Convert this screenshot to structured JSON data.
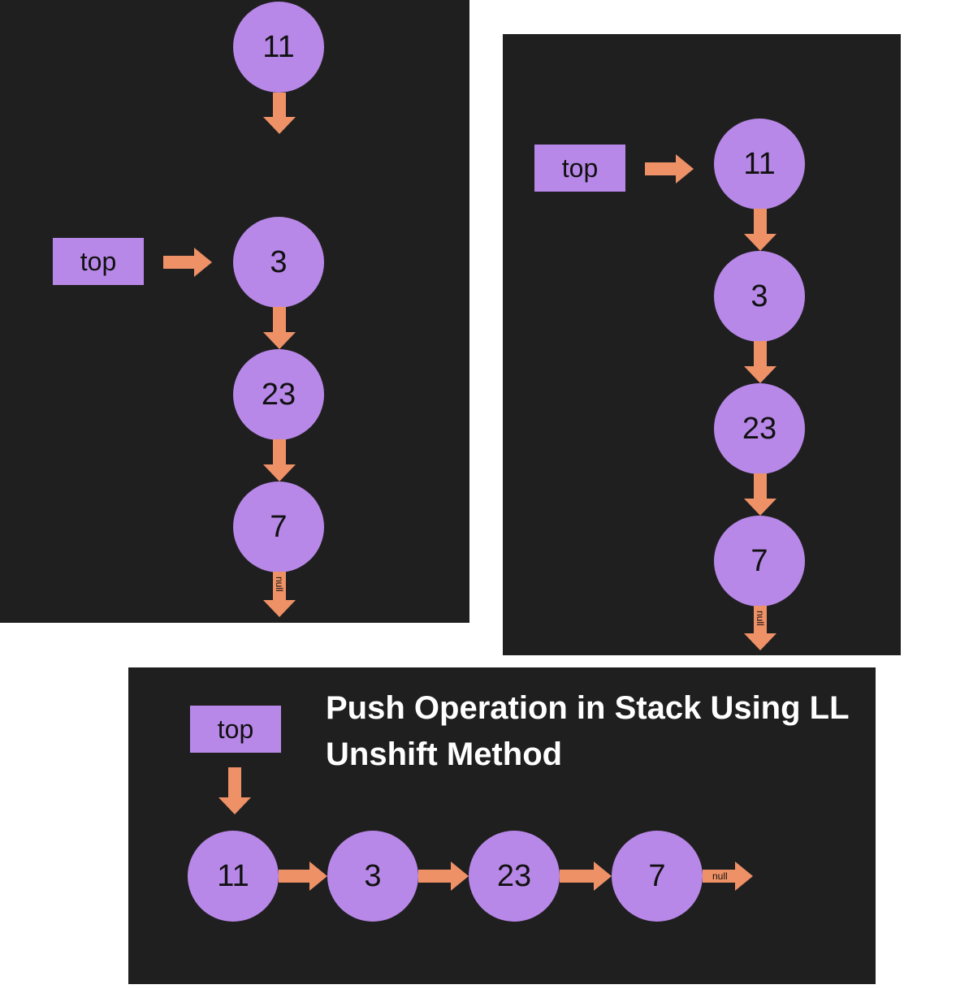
{
  "colors": {
    "panel_bg": "#201f20",
    "node_fill": "#b888e8",
    "top_box_fill": "#b888e8",
    "arrow": "#ee9166",
    "title_text": "#ffffff"
  },
  "panel_before": {
    "new_node": "11",
    "top_label": "top",
    "nodes": [
      "3",
      "23",
      "7"
    ],
    "null_label": "null"
  },
  "panel_after": {
    "top_label": "top",
    "nodes": [
      "11",
      "3",
      "23",
      "7"
    ],
    "null_label": "null"
  },
  "panel_horizontal": {
    "title_line1": "Push Operation in Stack Using LL",
    "title_line2": "Unshift Method",
    "top_label": "top",
    "nodes": [
      "11",
      "3",
      "23",
      "7"
    ],
    "null_label": "null"
  }
}
